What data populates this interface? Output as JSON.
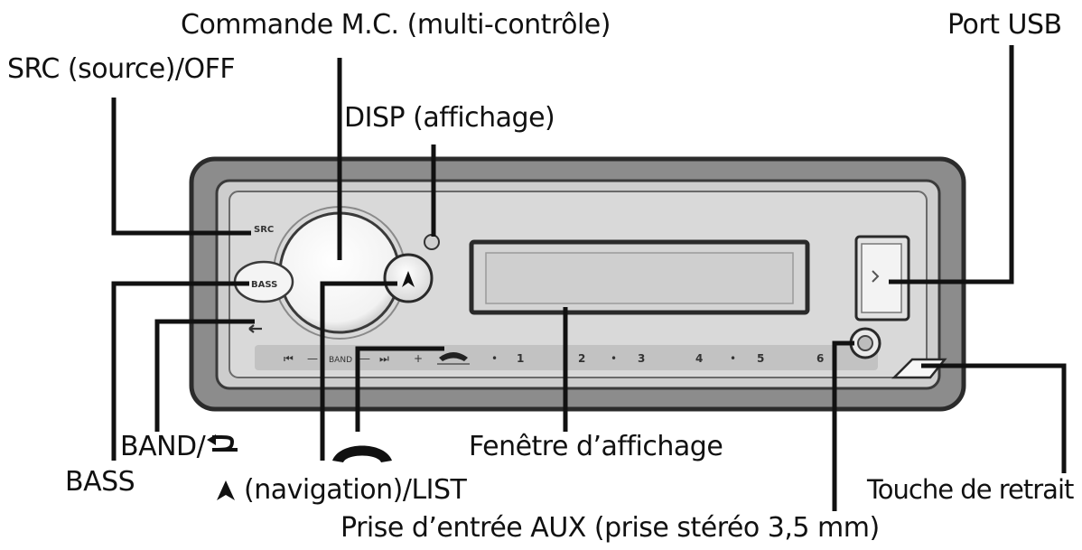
{
  "labels": {
    "mc_dial": "Commande M.C. (multi-contrôle)",
    "src_off": "SRC (source)/OFF",
    "disp": "DISP (affichage)",
    "usb_port": "Port USB",
    "band": "BAND/",
    "bass": "BASS",
    "navigation_list": "(navigation)/LIST",
    "display_window": "Fenêtre d’affichage",
    "release_button": "Touche de retrait",
    "aux_jack": "Prise d’entrée AUX (prise stéréo 3,5 mm)"
  },
  "panel": {
    "src_button": "SRC",
    "bass_button": "BASS",
    "nav_button_glyph": "▲",
    "strip": [
      "⏮",
      "—",
      "BAND",
      "—",
      "⏭",
      "+",
      "1",
      "2",
      "3",
      "4",
      "5",
      "6"
    ],
    "usb_glyph": "›"
  },
  "icons": {
    "back_arrow": "back-arrow-icon",
    "phone": "phone-handset-icon",
    "nav_triangle": "navigation-triangle-icon"
  }
}
